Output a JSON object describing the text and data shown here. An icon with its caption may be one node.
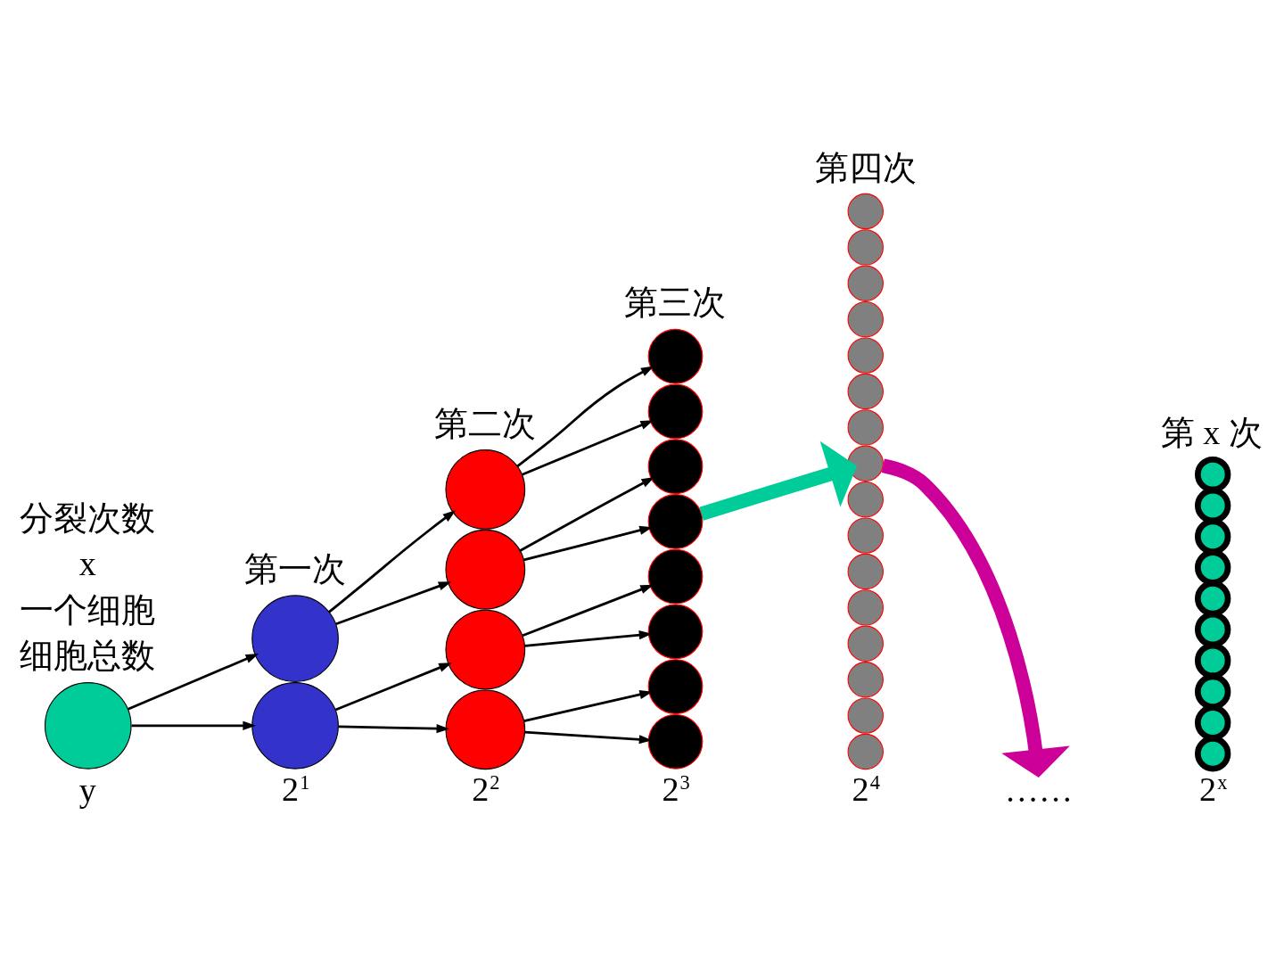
{
  "diagram": {
    "nodes": [
      {
        "text": [],
        "shape": "circle"
      },
      {
        "text": [],
        "shape": "circle"
      },
      {
        "text": [],
        "shape": "circle"
      },
      {
        "text": [],
        "shape": "circle"
      },
      {
        "text": [],
        "shape": "circle"
      },
      {
        "text": [],
        "shape": "circle"
      },
      {
        "text": [],
        "shape": "circle"
      },
      {
        "text": [],
        "shape": "circle"
      },
      {
        "text": [],
        "shape": "circle"
      },
      {
        "text": [],
        "shape": "circle"
      },
      {
        "text": [],
        "shape": "circle"
      },
      {
        "text": [],
        "shape": "circle"
      },
      {
        "text": [],
        "shape": "circle"
      },
      {
        "text": [],
        "shape": "circle"
      },
      {
        "text": [],
        "shape": "circle"
      },
      {
        "text": [],
        "shape": "circle"
      },
      {
        "text": [],
        "shape": "circle"
      },
      {
        "text": [],
        "shape": "circle"
      },
      {
        "text": [],
        "shape": "circle"
      },
      {
        "text": [],
        "shape": "circle"
      },
      {
        "text": [],
        "shape": "circle"
      },
      {
        "text": [],
        "shape": "circle"
      },
      {
        "text": [],
        "shape": "circle"
      },
      {
        "text": [],
        "shape": "circle"
      },
      {
        "text": [],
        "shape": "circle"
      },
      {
        "text": [],
        "shape": "circle"
      },
      {
        "text": [],
        "shape": "circle"
      },
      {
        "text": [],
        "shape": "circle"
      },
      {
        "text": [],
        "shape": "circle"
      },
      {
        "text": [],
        "shape": "circle"
      },
      {
        "text": [],
        "shape": "circle"
      },
      {
        "text": [],
        "shape": "circle"
      },
      {
        "text": [],
        "shape": "circle"
      },
      {
        "text": [],
        "shape": "circle"
      },
      {
        "text": [],
        "shape": "circle"
      },
      {
        "text": [],
        "shape": "circle"
      },
      {
        "text": [],
        "shape": "circle"
      },
      {
        "text": [],
        "shape": "circle"
      },
      {
        "text": [],
        "shape": "circle"
      },
      {
        "text": [],
        "shape": "circle"
      },
      {
        "text": [],
        "shape": "circle"
      }
    ],
    "edges": [
      {
        "from": 0,
        "to": 1,
        "arrow": "to"
      },
      {
        "from": 0,
        "to": 2,
        "arrow": "to"
      },
      {
        "from": 1,
        "to": 3,
        "arrow": "to"
      },
      {
        "from": 1,
        "to": 4,
        "arrow": "to"
      },
      {
        "from": 2,
        "to": 5,
        "arrow": "to"
      },
      {
        "from": 2,
        "to": 6,
        "arrow": "to"
      },
      {
        "from": 3,
        "to": 7,
        "arrow": "to"
      },
      {
        "from": 3,
        "to": 8,
        "arrow": "to"
      },
      {
        "from": 4,
        "to": 9,
        "arrow": "to"
      },
      {
        "from": 4,
        "to": 10,
        "arrow": "to"
      },
      {
        "from": 5,
        "to": 11,
        "arrow": "to"
      },
      {
        "from": 5,
        "to": 12,
        "arrow": "to"
      },
      {
        "from": 6,
        "to": 13,
        "arrow": "to"
      },
      {
        "from": 6,
        "to": 14,
        "arrow": "to"
      },
      {
        "from": 10,
        "to": 22,
        "arrow": "to",
        "style": "thick",
        "color": "#00cc99"
      },
      {
        "from": 22,
        "to": null,
        "arrow": "to",
        "style": "thick",
        "color": "#cc0099"
      }
    ],
    "labels": [
      "分裂次数",
      "x",
      "第一次",
      "第二次",
      "第三次",
      "第四次",
      "第 x 次",
      "一个细胞",
      "细胞总数",
      "y",
      "2$^{1}$",
      "2$^{2}$",
      "2$^{3}$",
      "2$^{4}$",
      "……",
      "2$^{x}$"
    ]
  }
}
